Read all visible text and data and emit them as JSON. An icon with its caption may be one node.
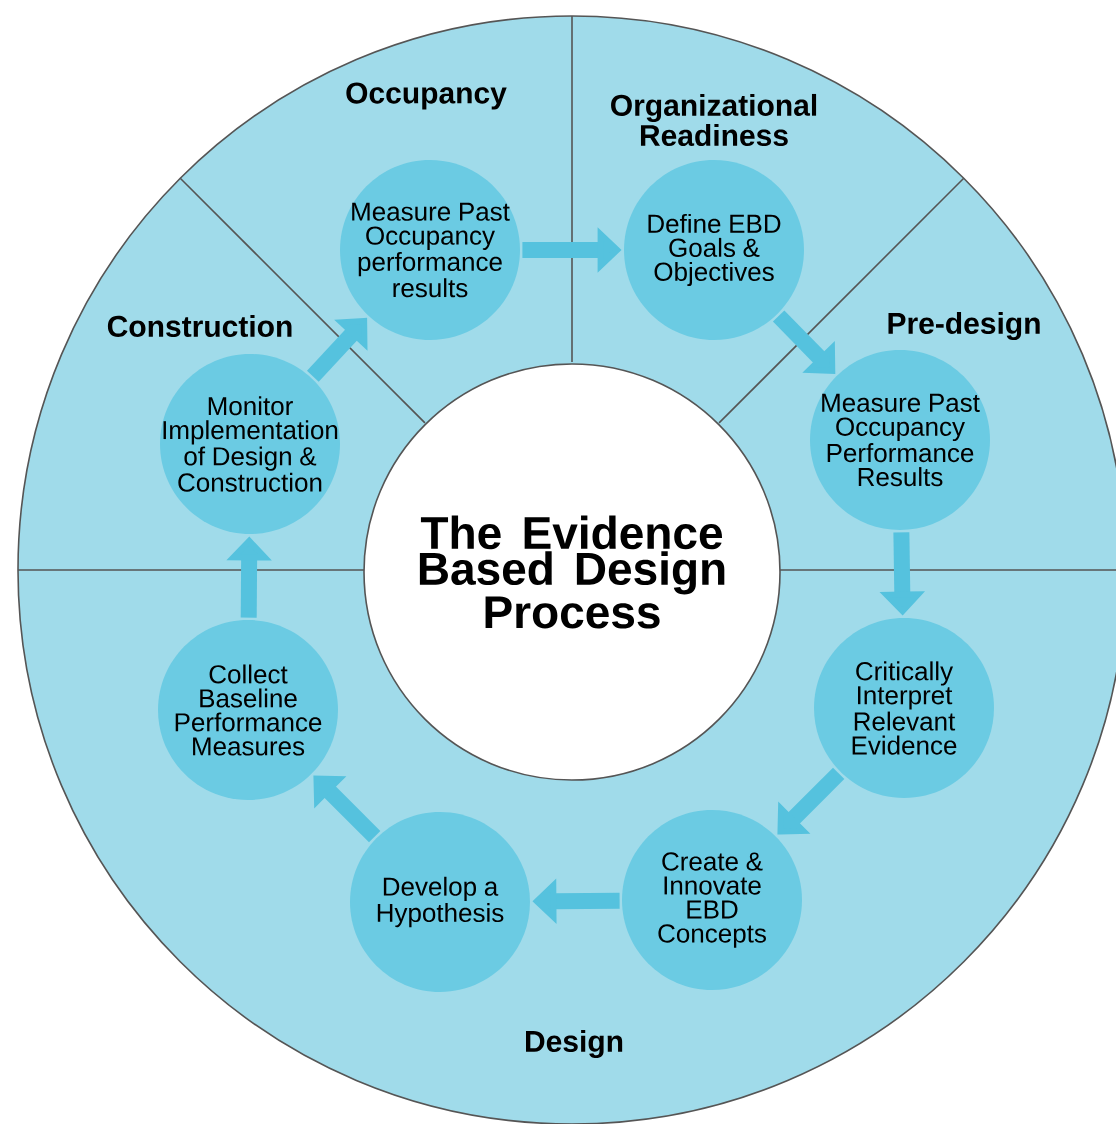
{
  "diagram": {
    "nodes": [
      {
        "text": [
          "Occupancy"
        ]
      },
      {
        "text": [
          "Measure Past Occupancy performance results"
        ]
      },
      {
        "text": [
          "Organizational Readiness"
        ]
      },
      {
        "text": [
          "Define EBD Goals & Objectives"
        ]
      },
      {
        "text": [
          "Construction"
        ]
      },
      {
        "text": [
          "Monitor Implementation of Design & Construction"
        ]
      },
      {
        "text": [
          "Pre-design"
        ]
      },
      {
        "text": [
          "Measure Past Occupancy Performance Results"
        ]
      },
      {
        "text": [
          "The Evidence Based Design Process"
        ]
      },
      {
        "text": [
          "Design"
        ]
      },
      {
        "text": [
          "Collect Baseline Performance Measures"
        ]
      },
      {
        "text": [
          "Critically Interpret Relevant Evidence"
        ]
      },
      {
        "text": [
          "Develop a Hypothesis"
        ]
      },
      {
        "text": [
          "Create & Innovate EBD Concepts"
        ]
      }
    ],
    "edges": [
      {
        "from": 1,
        "to": 3,
        "arrow": "to"
      },
      {
        "from": 3,
        "to": 7,
        "arrow": "to"
      },
      {
        "from": 7,
        "to": 11,
        "arrow": "to"
      },
      {
        "from": 11,
        "to": 13,
        "arrow": "to"
      },
      {
        "from": 13,
        "to": 12,
        "arrow": "to"
      },
      {
        "from": 12,
        "to": 10,
        "arrow": "to"
      },
      {
        "from": 10,
        "to": 5,
        "arrow": "to"
      },
      {
        "from": 5,
        "to": 1,
        "arrow": "to"
      }
    ]
  }
}
